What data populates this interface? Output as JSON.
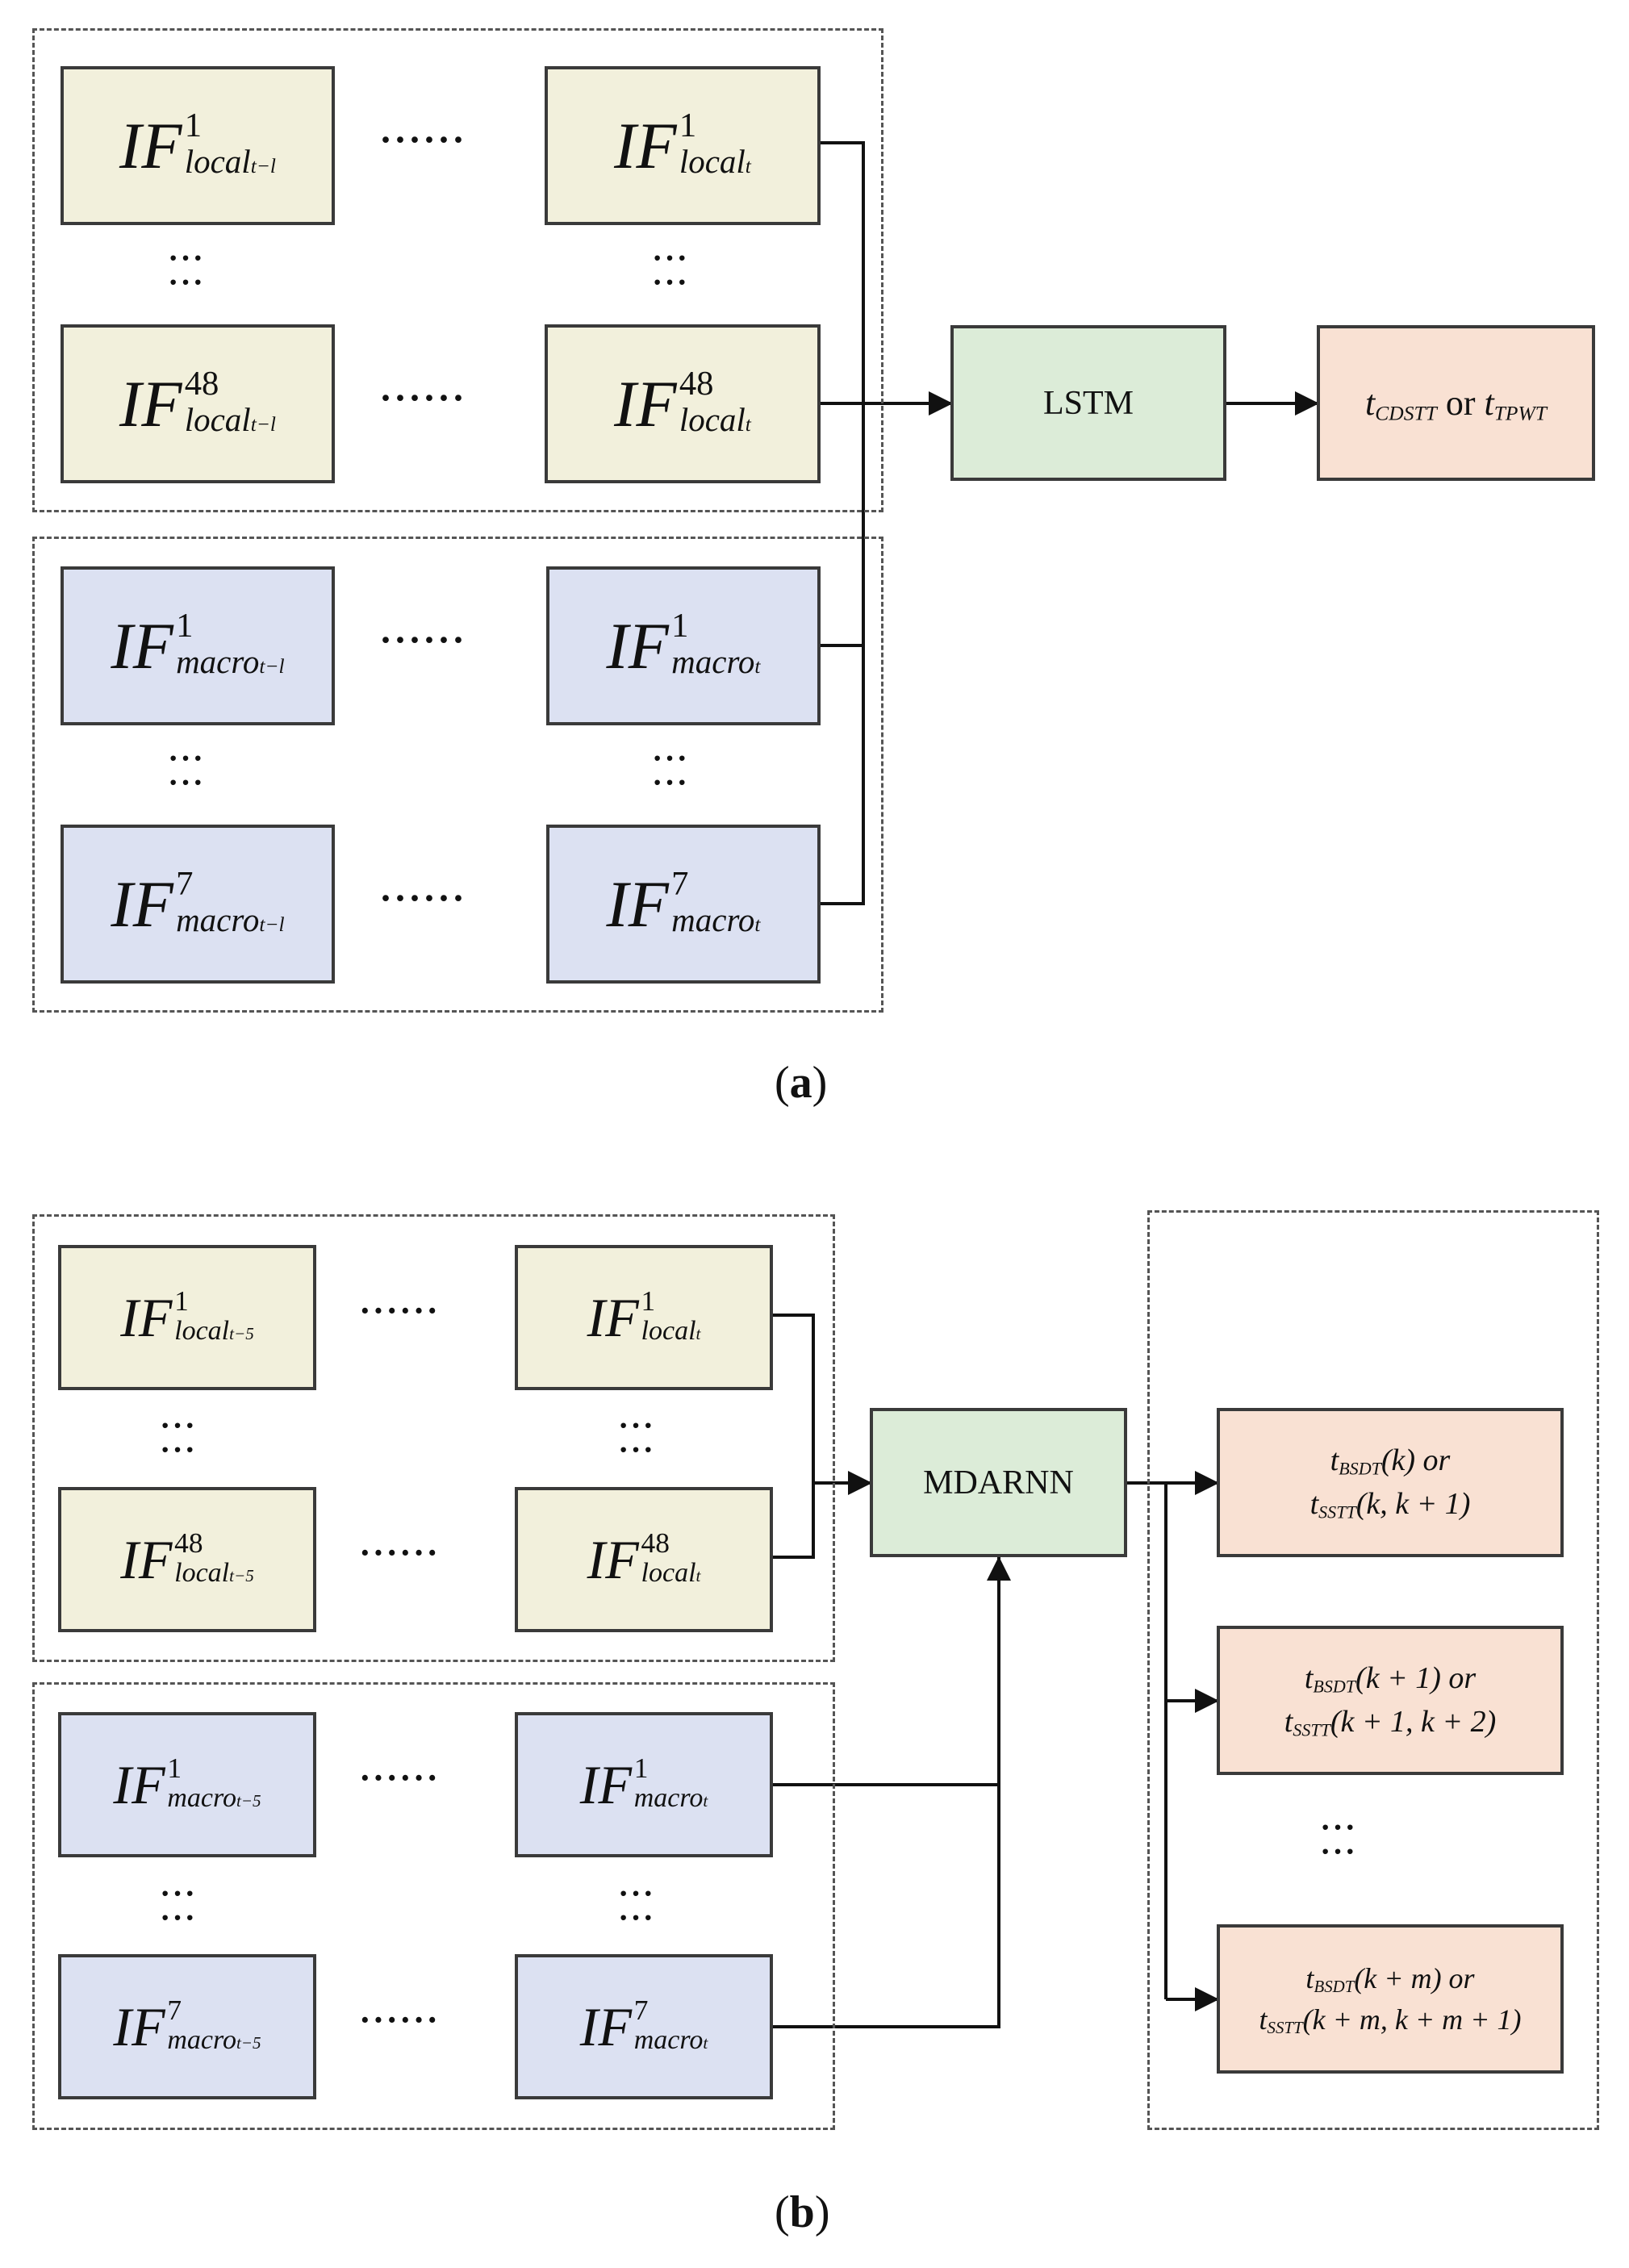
{
  "panels": {
    "a": {
      "label_open": "(",
      "label_letter": "a",
      "label_close": ")",
      "model": "LSTM",
      "output": {
        "t1_base": "t",
        "t1_sub": "CDSTT",
        "or_word": " or ",
        "t2_base": "t",
        "t2_sub": "TPWT"
      },
      "rows": {
        "local_1": {
          "base": "IF",
          "sup": "1",
          "left_sub": "local",
          "left_tsub": "t−l",
          "right_sub": "local",
          "right_tsub": "t"
        },
        "local_48": {
          "base": "IF",
          "sup": "48",
          "left_sub": "local",
          "left_tsub": "t−l",
          "right_sub": "local",
          "right_tsub": "t"
        },
        "macro_1": {
          "base": "IF",
          "sup": "1",
          "left_sub": "macro",
          "left_tsub": "t−l",
          "right_sub": "macro",
          "right_tsub": "t"
        },
        "macro_7": {
          "base": "IF",
          "sup": "7",
          "left_sub": "macro",
          "left_tsub": "t−l",
          "right_sub": "macro",
          "right_tsub": "t"
        }
      }
    },
    "b": {
      "label_open": "(",
      "label_letter": "b",
      "label_close": ")",
      "model": "MDARNN",
      "rows": {
        "local_1": {
          "base": "IF",
          "sup": "1",
          "left_sub": "local",
          "left_tsub": "t−5",
          "right_sub": "local",
          "right_tsub": "t"
        },
        "local_48": {
          "base": "IF",
          "sup": "48",
          "left_sub": "local",
          "left_tsub": "t−5",
          "right_sub": "local",
          "right_tsub": "t"
        },
        "macro_1": {
          "base": "IF",
          "sup": "1",
          "left_sub": "macro",
          "left_tsub": "t−5",
          "right_sub": "macro",
          "right_tsub": "t"
        },
        "macro_7": {
          "base": "IF",
          "sup": "7",
          "left_sub": "macro",
          "left_tsub": "t−5",
          "right_sub": "macro",
          "right_tsub": "t"
        }
      },
      "outputs": [
        {
          "l1_sub": "BSDT",
          "l1_arg": "(k) or",
          "l2_sub": "SSTT",
          "l2_arg": "(k, k + 1)"
        },
        {
          "l1_sub": "BSDT",
          "l1_arg": "(k + 1) or",
          "l2_sub": "SSTT",
          "l2_arg": "(k + 1, k + 2)"
        },
        {
          "l1_sub": "BSDT",
          "l1_arg": "(k + m) or",
          "l2_sub": "SSTT",
          "l2_arg": "(k + m, k + m + 1)"
        }
      ]
    }
  },
  "t_base": "t",
  "hdots": "······",
  "vdots_line1": "···",
  "vdots_line2": "···",
  "colors": {
    "local_fill": "#f2f0dc",
    "macro_fill": "#dce1f2",
    "model_fill": "#dcecd8",
    "output_fill": "#f9e1d3"
  }
}
